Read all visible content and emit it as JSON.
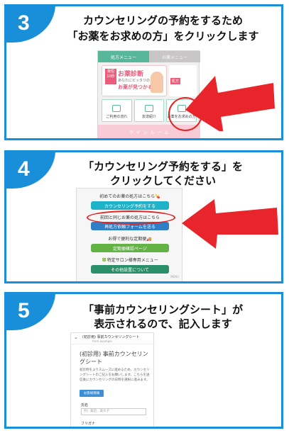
{
  "step3": {
    "number": "3",
    "title_line1": "カウンセリングの予約をするため",
    "title_line2": "「お薬をお求めの方」をクリックします",
    "tab_active": "処方メニュー",
    "tab_inactive": "お薬メニュー",
    "banner_tag": "最短10秒",
    "banner_title": "お薬診断",
    "banner_sub": "あなたにピッタリの",
    "banner_catch": "お薬が見つかる",
    "right_tag": "処方",
    "buttons": [
      "ご利用の流れ",
      "友達紹介",
      "お薬をお求めの方"
    ],
    "pinkbar": "ラ イ ン ル ー ム"
  },
  "step4": {
    "number": "4",
    "title_line1": "「カウンセリング予約をする」を",
    "title_line2": "クリックしてください",
    "row1": "初めてのお薬の処方はこちら💊",
    "btn1": "カウンセリング予約をする",
    "row2": "前回と同じお薬の処方はこちら",
    "btn2": "再処方依頼フォームを送る",
    "row3": "お得で便利な定期便🚚",
    "btn3": "定期便確認ページ",
    "row4": "🍀特定サロン様専用メニュー",
    "btn4": "その他設置について",
    "corner": "MENU"
  },
  "step5": {
    "number": "5",
    "title_line1": "「事前カウンセリングシート」が",
    "title_line2": "表示されるので、記入します",
    "ph_header": "(初診用) 事前カウンセリングシート",
    "ph_url": "form.example",
    "ph_title": "(初診用) 事前カウンセリングシート",
    "ph_desc": "初診時をよりスムーズに進めるため、カウンセリングシートのご記入をお願いします。こちらを送信後にカウンセリングの日時を選択に進みます。",
    "ph_btn": "お客様情報",
    "label_name": "氏名",
    "placeholder_name": "例）薬田　薬太子",
    "label_kana": "フリガナ"
  },
  "colors": {
    "frame": "#1a8fd9",
    "arrow": "#e8252b",
    "teal": "#57b79b",
    "pink": "#e95d7a",
    "cyan_btn": "#1fb3c9",
    "blue_btn": "#2f7fc6",
    "green_btn": "#62b344",
    "dark_teal_btn": "#2b8f6a"
  }
}
